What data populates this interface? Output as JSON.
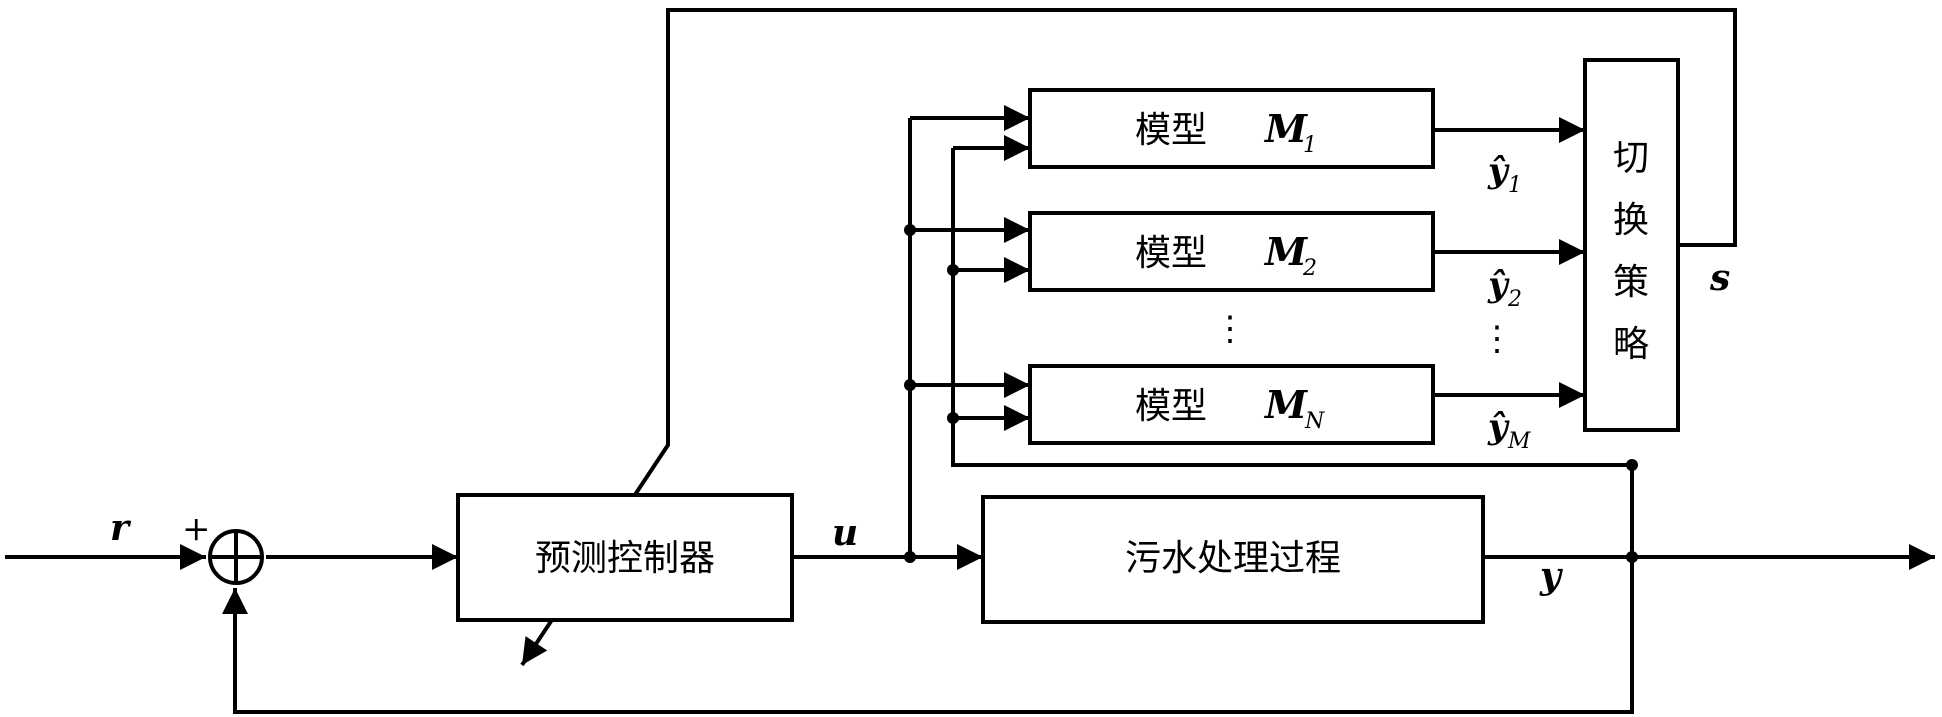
{
  "blocks": {
    "controller": "预测控制器",
    "process": "污水处理过程",
    "switch_strategy": [
      "切",
      "换",
      "策",
      "略"
    ],
    "model_prefix": "模型",
    "models": [
      {
        "symbol": "M",
        "sub": "1"
      },
      {
        "symbol": "M",
        "sub": "2"
      },
      {
        "symbol": "M",
        "sub": "N"
      }
    ],
    "model_ellipsis": "⋮"
  },
  "signals": {
    "reference": "r",
    "plus_sign": "+",
    "control": "u",
    "output": "y",
    "switch_out": "s",
    "estimates": [
      {
        "symbol": "ŷ",
        "sub": "1"
      },
      {
        "symbol": "ŷ",
        "sub": "2"
      },
      {
        "symbol": "ŷ",
        "sub": "M"
      }
    ],
    "estimate_ellipsis": "⋮"
  }
}
